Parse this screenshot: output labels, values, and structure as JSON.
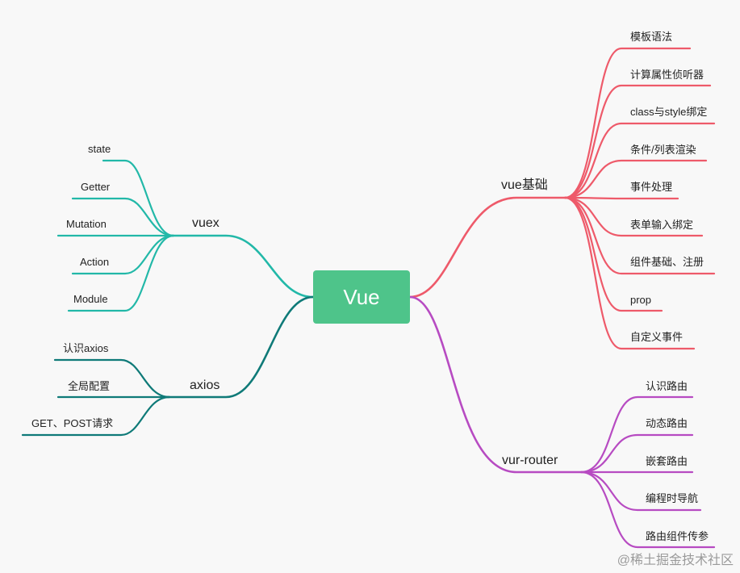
{
  "root": {
    "label": "Vue"
  },
  "branches": {
    "vuex": {
      "label": "vuex",
      "color": "#22b8a8",
      "items": [
        "state",
        "Getter",
        "Mutation",
        "Action",
        "Module"
      ]
    },
    "axios": {
      "label": "axios",
      "color": "#0f7a78",
      "items": [
        "认识axios",
        "全局配置",
        "GET、POST请求"
      ]
    },
    "basics": {
      "label": "vue基础",
      "color": "#ee5a6a",
      "items": [
        "模板语法",
        "计算属性侦听器",
        "class与style绑定",
        "条件/列表渲染",
        "事件处理",
        "表单输入绑定",
        "组件基础、注册",
        "prop",
        "自定义事件"
      ]
    },
    "router": {
      "label": "vur-router",
      "color": "#b74bc2",
      "items": [
        "认识路由",
        "动态路由",
        "嵌套路由",
        "编程时导航",
        "路由组件传参"
      ]
    }
  },
  "watermark": "@稀土掘金技术社区"
}
